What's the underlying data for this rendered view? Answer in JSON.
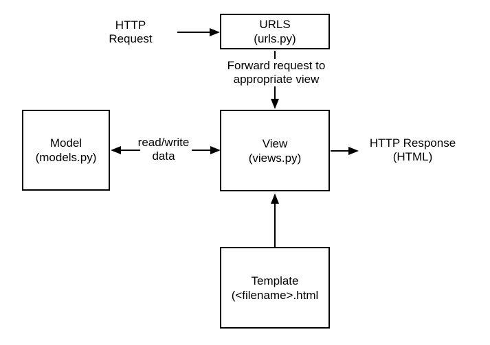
{
  "diagram": {
    "title_hint": "Django request/response architecture flow",
    "colors": {
      "background": "#ffffff",
      "stroke": "#000000",
      "text": "#000000"
    },
    "nodes": {
      "urls": {
        "title": "URLS",
        "subtitle": "(urls.py)"
      },
      "model": {
        "title": "Model",
        "subtitle": "(models.py)"
      },
      "view": {
        "title": "View",
        "subtitle": "(views.py)"
      },
      "template": {
        "title": "Template",
        "subtitle": "(<filename>.html"
      }
    },
    "labels": {
      "http_request": {
        "line1": "HTTP",
        "line2": "Request"
      },
      "forward": {
        "line1": "Forward request to",
        "line2": "appropriate view"
      },
      "read_write": {
        "line1": "read/write",
        "line2": "data"
      },
      "http_response": {
        "line1": "HTTP Response",
        "line2": "(HTML)"
      }
    }
  }
}
